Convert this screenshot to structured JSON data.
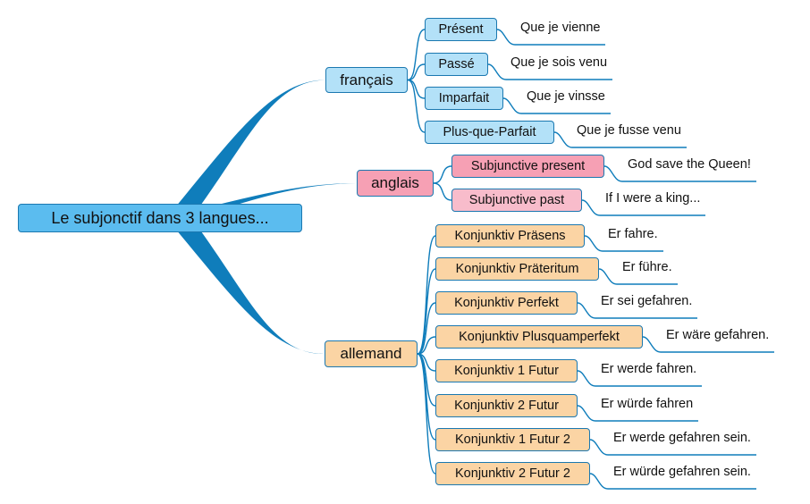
{
  "colors": {
    "link": "#0f7dbb",
    "root_fill": "#5bbcef",
    "french_fill": "#b3e1f8",
    "english_primary_fill": "#f6a0b4",
    "english_secondary_fill": "#f8bccb",
    "german_fill": "#fbd4a4",
    "border": "#1b78b0"
  },
  "root": {
    "label": "Le subjonctif dans 3 langues..."
  },
  "branches": [
    {
      "label": "français",
      "children": [
        {
          "label": "Présent",
          "example": "Que je vienne"
        },
        {
          "label": "Passé",
          "example": "Que je sois venu"
        },
        {
          "label": "Imparfait",
          "example": "Que je vinsse"
        },
        {
          "label": "Plus-que-Parfait",
          "example": "Que je fusse venu"
        }
      ]
    },
    {
      "label": "anglais",
      "children": [
        {
          "label": "Subjunctive present",
          "example": "God save the Queen!"
        },
        {
          "label": "Subjunctive past",
          "example": "If I were a king..."
        }
      ]
    },
    {
      "label": "allemand",
      "children": [
        {
          "label": "Konjunktiv Präsens",
          "example": "Er fahre."
        },
        {
          "label": "Konjunktiv Präteritum",
          "example": "Er führe."
        },
        {
          "label": "Konjunktiv Perfekt",
          "example": "Er sei gefahren."
        },
        {
          "label": "Konjunktiv Plusquamperfekt",
          "example": "Er wäre gefahren."
        },
        {
          "label": "Konjunktiv 1 Futur",
          "example": "Er werde fahren."
        },
        {
          "label": "Konjunktiv 2 Futur",
          "example": "Er würde fahren"
        },
        {
          "label": "Konjunktiv 1 Futur 2",
          "example": "Er werde gefahren sein."
        },
        {
          "label": "Konjunktiv 2 Futur 2",
          "example": "Er würde gefahren sein."
        }
      ]
    }
  ]
}
